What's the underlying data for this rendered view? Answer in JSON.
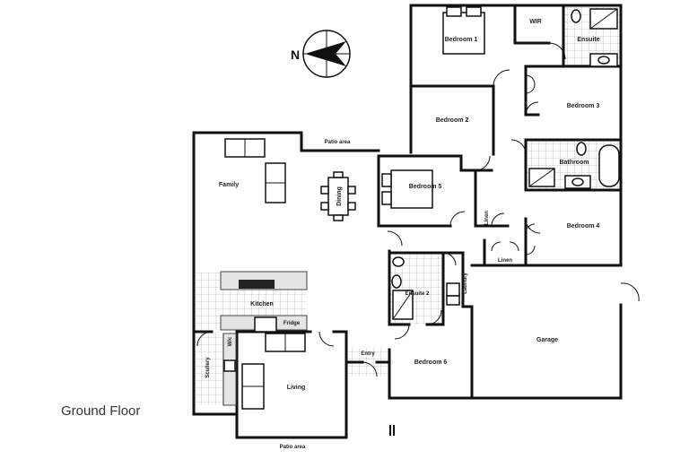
{
  "floor": {
    "title": "Ground Floor"
  },
  "compass": {
    "label": "N",
    "points": "west"
  },
  "rooms": {
    "bedroom1": "Bedroom 1",
    "wir": "WIR",
    "ensuite": "Ensuite",
    "bedroom2": "Bedroom 2",
    "bedroom3": "Bedroom 3",
    "bathroom": "Bathroom",
    "bedroom5": "Bedroom 5",
    "bedroom4": "Bedroom 4",
    "linen": "Linen",
    "family": "Family",
    "dining": "Dining",
    "patio_top": "Patio area",
    "kitchen": "Kitchen",
    "fridge": "Fridge",
    "wic": "W/c",
    "scullery": "Scullery",
    "living": "Living",
    "entry": "Entry",
    "ensuite2": "Ensuite 2",
    "laundry": "Laundry",
    "bedroom6": "Bedroom 6",
    "garage": "Garage",
    "patio_bottom": "Patio area",
    "linen_small": "Linen"
  },
  "colors": {
    "wall": "#111111",
    "tile_line": "#bbbbbb",
    "bench": "#e4e4e4",
    "background": "#ffffff"
  }
}
